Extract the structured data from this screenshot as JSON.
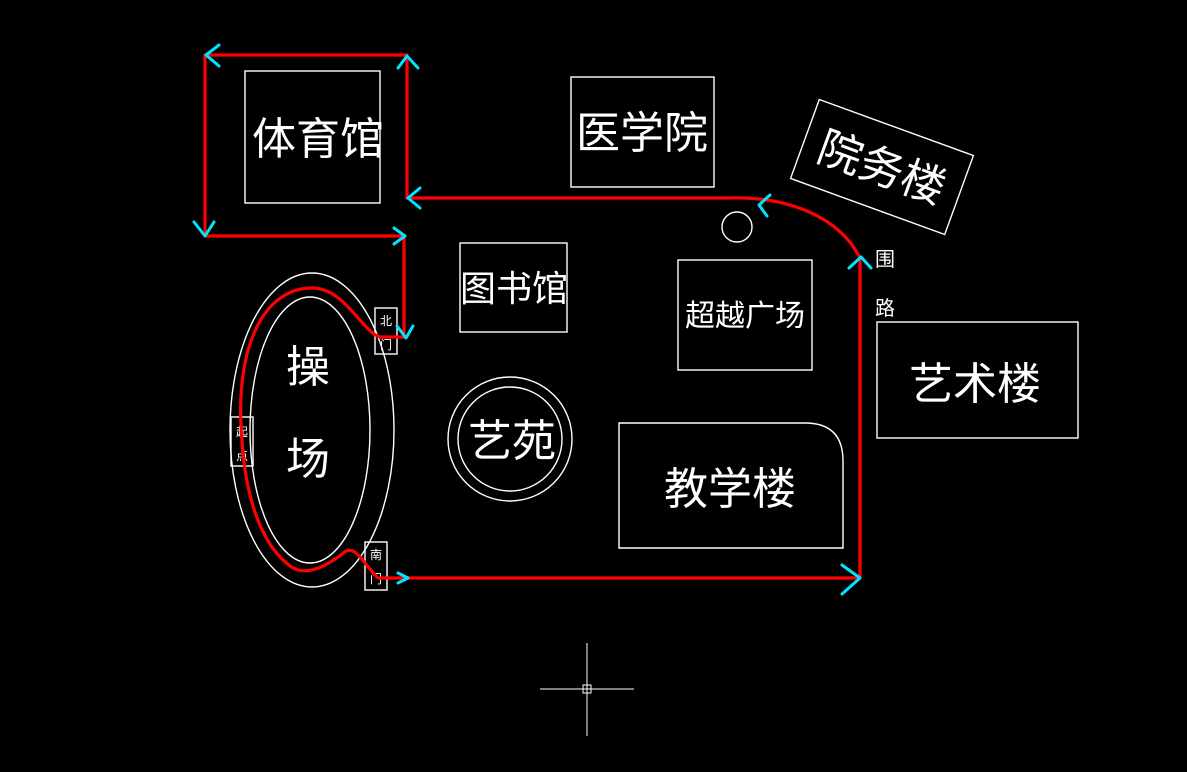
{
  "colors": {
    "background": "#000000",
    "outline": "#ffffff",
    "route": "#ff0000",
    "arrow": "#00e5ff"
  },
  "buildings": {
    "gym": "体育馆",
    "medical_school": "医学院",
    "admin_building": "院务楼",
    "library": "图书馆",
    "plaza": "超越广场",
    "art_building": "艺术楼",
    "garden": "艺苑",
    "teaching_building": "教学楼"
  },
  "field": {
    "char1": "操",
    "char2": "场"
  },
  "gates": {
    "north": [
      "北",
      "门"
    ],
    "south": [
      "南",
      "门"
    ],
    "start": [
      "起",
      "点"
    ]
  },
  "road": [
    "围",
    "路"
  ]
}
